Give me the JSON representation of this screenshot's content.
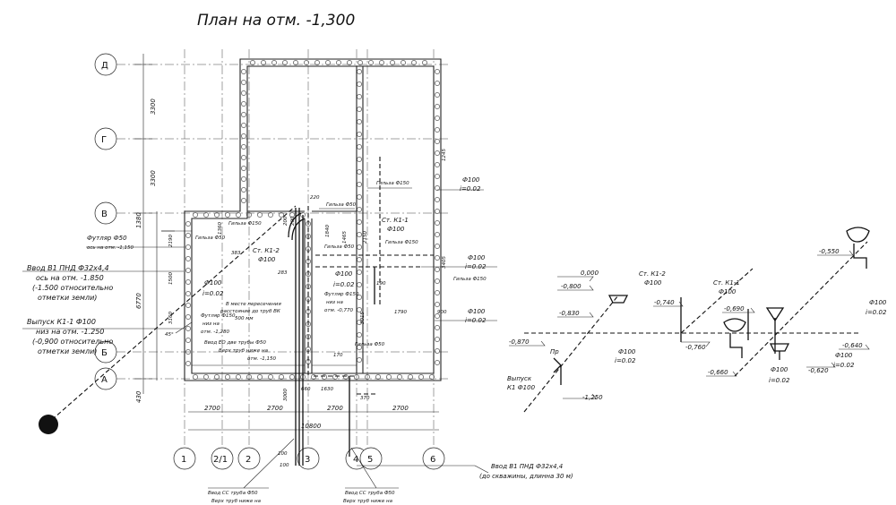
{
  "title": "План на отм. -1,300",
  "axes": {
    "rows": [
      "Д",
      "Г",
      "В",
      "Б",
      "А"
    ],
    "cols": [
      "1",
      "2/1",
      "2",
      "3",
      "4",
      "5",
      "6"
    ]
  },
  "dims": {
    "left": [
      "3300",
      "3300",
      "1380",
      "6770",
      "430"
    ],
    "bottom": [
      "2700",
      "2700",
      "2700",
      "2700",
      "10800"
    ],
    "misc": [
      "220",
      "200",
      "200",
      "1840",
      "1465",
      "2150",
      "1500",
      "3160",
      "2190",
      "3015",
      "1790",
      "900",
      "1630",
      "660",
      "370",
      "170",
      "100",
      "100",
      "3000",
      "1245",
      "3405",
      "383",
      "283",
      "190",
      "1360"
    ]
  },
  "notes": {
    "futlyar_top": "Футляр Ф50",
    "futlyar_top2": "ось на отм. -1,150",
    "vvod_v1": "Ввод В1 ПНД Ф32х4,4",
    "vvod_v1_a": "ось на отм. -1.850",
    "vvod_v1_b": "(-1.500 относительно",
    "vvod_v1_c": "отметки земли)",
    "vypusk": "Выпуск К1-1 Ф100",
    "vypusk_a": "низ на отм. -1.250",
    "vypusk_b": "(-0,900 относительно",
    "vypusk_c": "отметки земли)",
    "gilza150_a": "Гильза Ф150",
    "gilza50": "Гильза Ф50",
    "gilza150_b": "Гильза Ф150",
    "gilza50_b": "Гильза Ф50",
    "gilza150_c": "Гильза Ф150",
    "gilza150_d": "Гильза Ф150",
    "gilza50_c": "Гильза Ф50",
    "gilza50_d": "Гильза Ф50",
    "st_k12": "Ст. К1-2",
    "st_k12_d": "Ф100",
    "st_k11": "Ст. К1-1",
    "st_k11_d": "Ф100",
    "f100_1": "Ф100",
    "i_1": "i=0.02",
    "f100_2": "Ф100",
    "i_2": "i=0.02",
    "f100_3": "Ф100",
    "i_3": "i=0.02",
    "f100_4": "Ф100",
    "i_4": "i=0.02",
    "f100_5": "Ф100",
    "i_5": "i=0.02",
    "crossing_a": "В месте пересечения",
    "crossing_b": "расстояние до труб ВК",
    "crossing_c": "500 мм",
    "futlyar150_a": "Футляр Ф150",
    "futlyar150_b": "низ на",
    "futlyar150_c": "отм. -1,280",
    "futlyar150_d": "Футляр Ф150",
    "futlyar150_e": "низ на",
    "futlyar150_f": "отм. -0,770",
    "vvod_eo_a": "Ввод ЕО две трубы Ф50",
    "vvod_eo_b": "Верх труб ниже на",
    "vvod_eo_c": "отм. -1,150",
    "bottom_vvod_a": "Ввод В1 ПНД Ф32х4,4",
    "bottom_vvod_b": "(до скважины, длинна 30 м)",
    "vvod_cc_1a": "Ввод СС труба Ф50",
    "vvod_cc_1b": "Верх труб ниже на",
    "vvod_cc_2a": "Ввод СС труба Ф50",
    "vvod_cc_2b": "Верх труб ниже на",
    "dim_430": "430",
    "angle": "45°"
  },
  "axo": {
    "lv_0000": "0,000",
    "lv_0800": "-0,800",
    "lv_0830": "-0,830",
    "lv_0870": "-0,870",
    "lv_0740": "-0,740",
    "lv_0760": "-0,760",
    "lv_0690": "-0,690",
    "lv_0550": "-0,550",
    "lv_0640": "-0,640",
    "lv_0620": "-0,620",
    "lv_0660": "-0,660",
    "lv_1250": "-1,250",
    "st_k12": "Ст. К1-2",
    "st_k12_d": "Ф100",
    "st_k11": "Ст. К1-1",
    "st_k11_d": "Ф100",
    "pr": "Пр",
    "vypusk": "Выпуск",
    "vypusk_d": "К1 Ф100",
    "f100_a": "Ф100",
    "i_a": "i=0.02",
    "f100_b": "Ф100",
    "i_b": "i=0.02",
    "f100_c": "Ф100",
    "i_c": "i=0.02",
    "f100_d": "Ф100",
    "i_d": "i=0.02"
  }
}
